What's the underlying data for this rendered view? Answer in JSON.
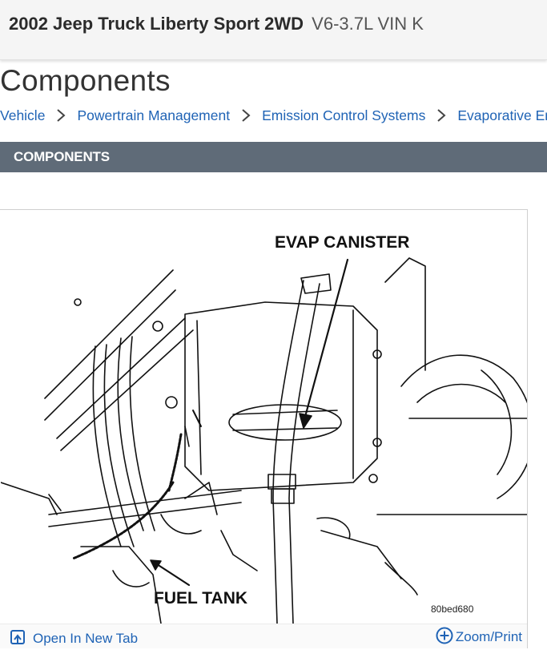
{
  "header": {
    "vehicle": "2002 Jeep Truck Liberty Sport 2WD",
    "engine": "V6-3.7L VIN K"
  },
  "page": {
    "title": "Components"
  },
  "breadcrumb": [
    {
      "label": "Vehicle"
    },
    {
      "label": "Powertrain Management"
    },
    {
      "label": "Emission Control Systems"
    },
    {
      "label": "Evaporative Emissions System"
    }
  ],
  "section": {
    "title": "COMPONENTS"
  },
  "figure": {
    "label_canister": "EVAP CANISTER",
    "label_tank": "FUEL TANK",
    "code": "80bed680"
  },
  "footer": {
    "open_tab": "Open In New Tab",
    "zoom": "Zoom/Print"
  },
  "colors": {
    "link": "#1f63b5",
    "section_bar": "#5f6b78",
    "header_bg": "#f5f5f5"
  }
}
